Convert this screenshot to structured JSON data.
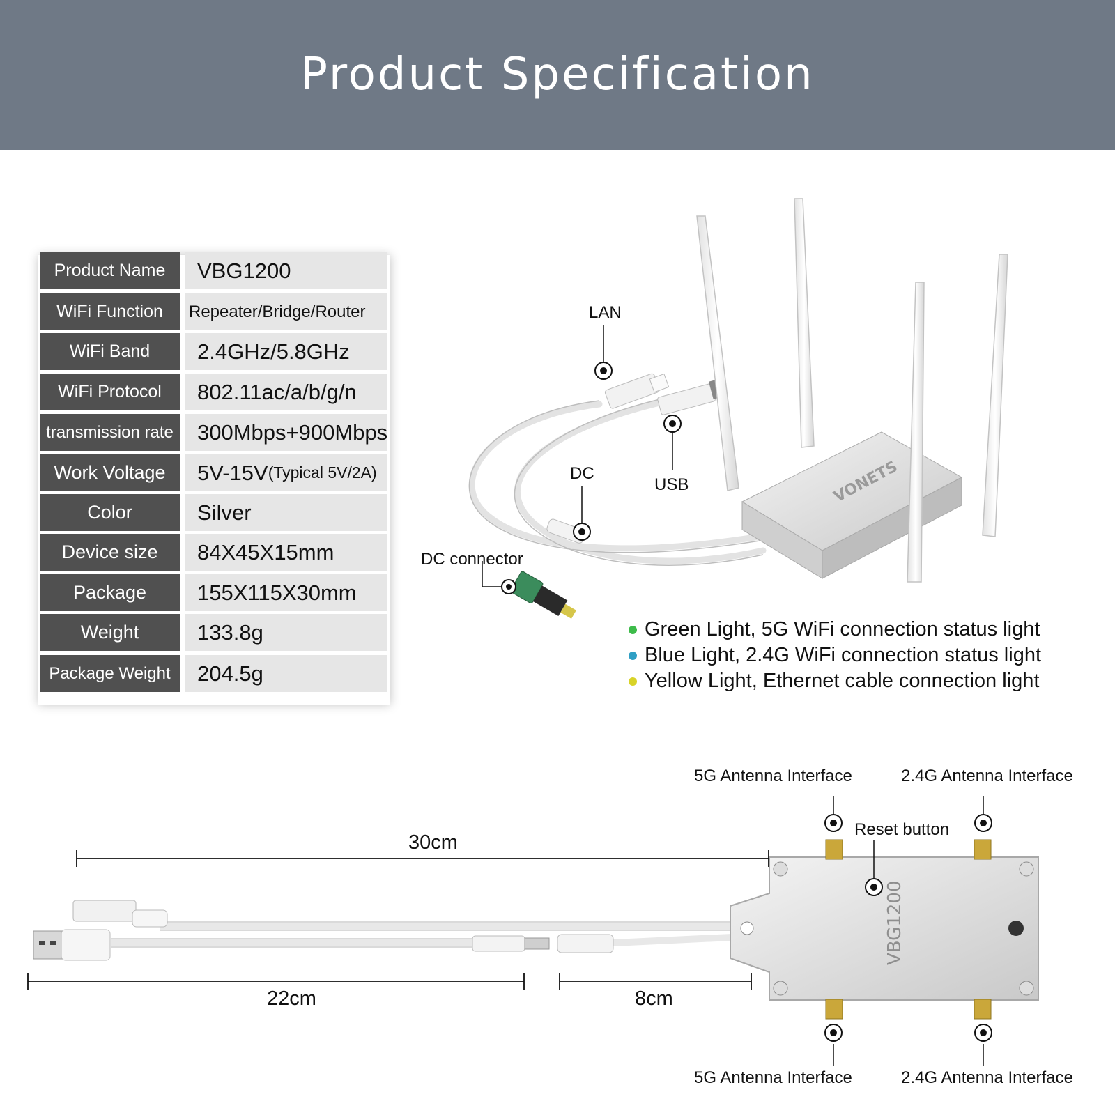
{
  "header": {
    "title": "Product Specification"
  },
  "spec_table": [
    {
      "label": "Product Name",
      "value": "VBG1200"
    },
    {
      "label": "WiFi Function",
      "value": "Repeater/Bridge/Router"
    },
    {
      "label": "WiFi Band",
      "value": "2.4GHz/5.8GHz"
    },
    {
      "label": "WiFi Protocol",
      "value": "802.11ac/a/b/g/n"
    },
    {
      "label": "transmission rate",
      "value": "300Mbps+900Mbps"
    },
    {
      "label": "Work Voltage",
      "value": "5V-15V",
      "value_note": "(Typical 5V/2A)"
    },
    {
      "label": "Color",
      "value": "Silver"
    },
    {
      "label": "Device size",
      "value": "84X45X15mm"
    },
    {
      "label": "Package",
      "value": "155X115X30mm"
    },
    {
      "label": "Weight",
      "value": "133.8g"
    },
    {
      "label": "Package Weight",
      "value": "204.5g"
    }
  ],
  "callouts": {
    "lan": "LAN",
    "usb": "USB",
    "dc": "DC",
    "dc_connector": "DC connector",
    "reset_button": "Reset button",
    "antenna_5g": "5G Antenna Interface",
    "antenna_24g": "2.4G Antenna Interface"
  },
  "lights": [
    {
      "text": "Green Light, 5G WiFi connection status light",
      "color": "#3dbb4a"
    },
    {
      "text": "Blue Light, 2.4G WiFi connection status light",
      "color": "#2f9fc4"
    },
    {
      "text": "Yellow Light, Ethernet cable connection light",
      "color": "#d8d328"
    }
  ],
  "dimensions": {
    "total": "30cm",
    "usb_cable": "22cm",
    "dc_cable": "8cm"
  },
  "device": {
    "brand": "VONETS",
    "model": "VBG1200"
  }
}
